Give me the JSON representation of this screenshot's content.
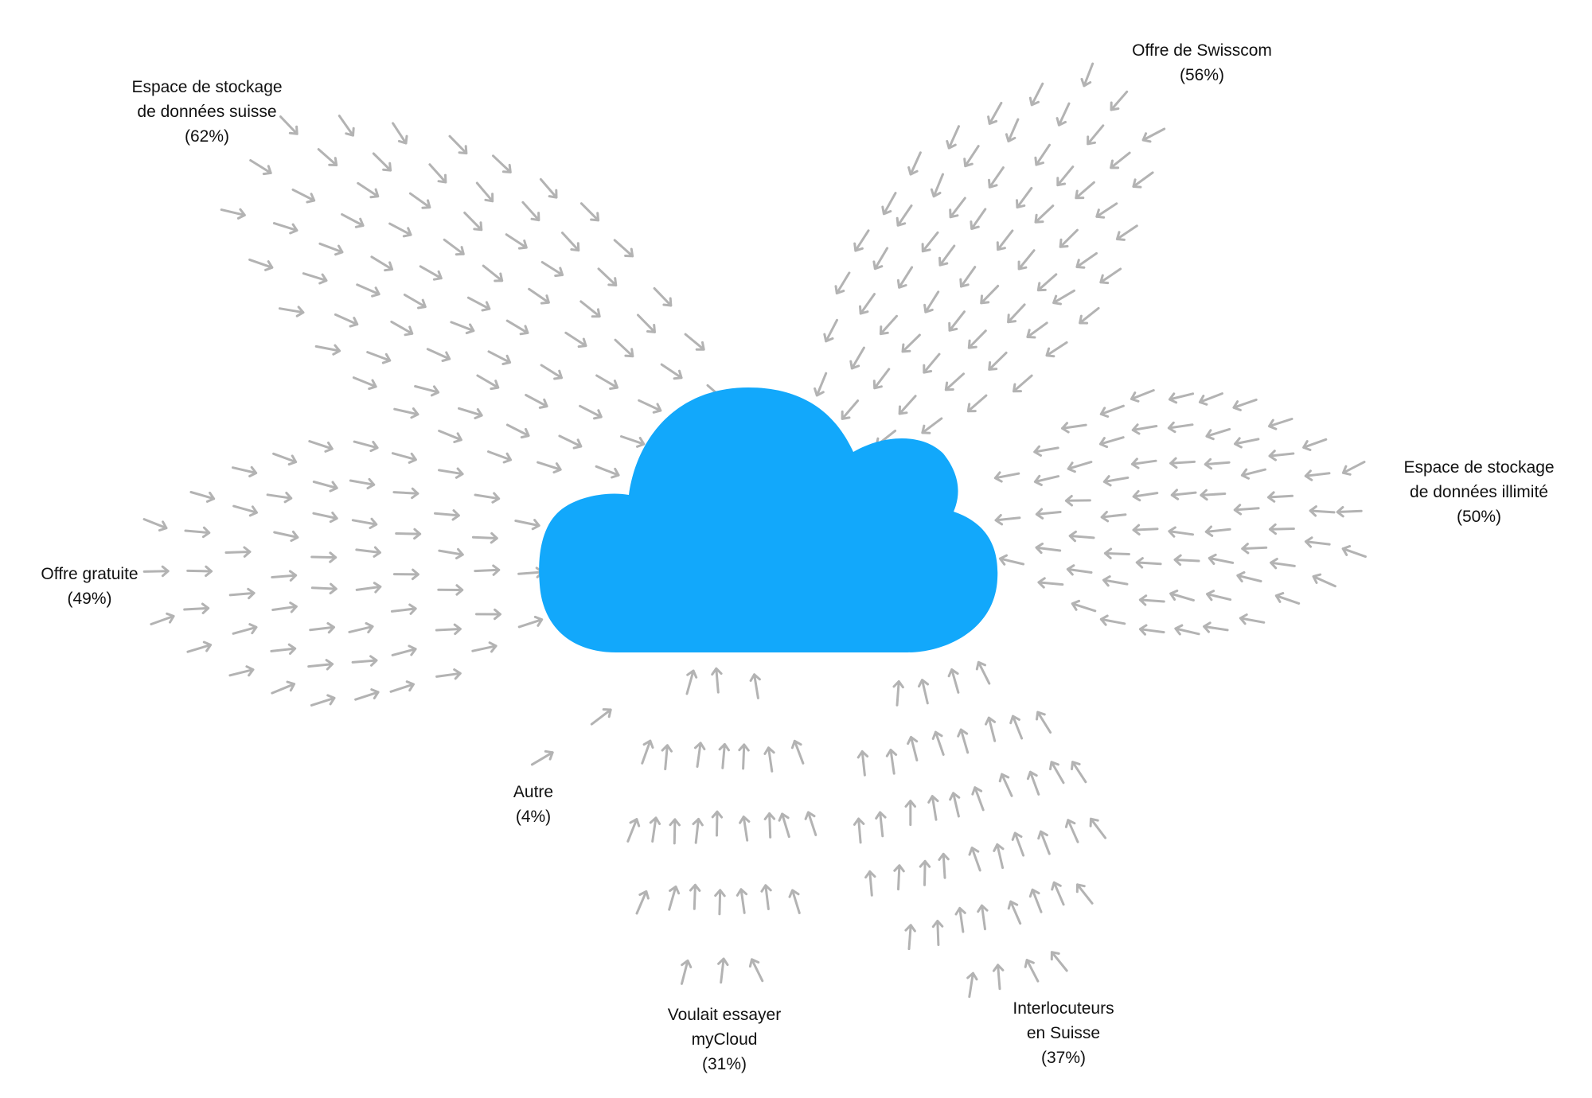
{
  "colors": {
    "cloud": "#12a8fb",
    "arrow": "#b3b3b3",
    "text": "#111111"
  },
  "cloud_icon": "cloud-icon",
  "arrow_icon": "arrow-icon",
  "reasons": [
    {
      "id": "swiss-storage",
      "lines": [
        "Espace de stockage",
        "de données suisse"
      ],
      "percent": "(62%)",
      "value": 62
    },
    {
      "id": "swisscom-offer",
      "lines": [
        "Offre de Swisscom"
      ],
      "percent": "(56%)",
      "value": 56
    },
    {
      "id": "unlimited-storage",
      "lines": [
        "Espace de stockage",
        "de données illimité"
      ],
      "percent": "(50%)",
      "value": 50
    },
    {
      "id": "free-offer",
      "lines": [
        "Offre gratuite"
      ],
      "percent": "(49%)",
      "value": 49
    },
    {
      "id": "other",
      "lines": [
        "Autre"
      ],
      "percent": "(4%)",
      "value": 4
    },
    {
      "id": "try-mycloud",
      "lines": [
        "Voulait essayer",
        "myCloud"
      ],
      "percent": "(31%)",
      "value": 31
    },
    {
      "id": "contacts-switzerland",
      "lines": [
        "Interlocuteurs",
        "en Suisse"
      ],
      "percent": "(37%)",
      "value": 37
    }
  ]
}
